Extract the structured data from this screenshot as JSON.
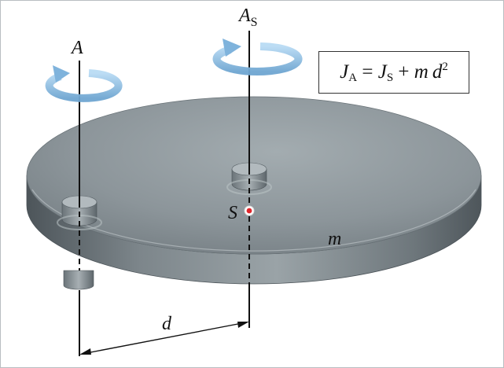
{
  "labels": {
    "axis_a": "A",
    "axis_s_main": "A",
    "axis_s_sub": "S",
    "center": "S",
    "mass": "m",
    "distance": "d"
  },
  "formula": {
    "lhs_main": "J",
    "lhs_sub": "A",
    "eq": "=",
    "t1_main": "J",
    "t1_sub": "S",
    "plus": "+",
    "t2_m": "m",
    "t2_d": "d",
    "t2_exp": "2"
  },
  "colors": {
    "disk_top": "#8e979c",
    "disk_side": "#5f686d",
    "arrow": "#8fc0e6",
    "axis_line": "#111111",
    "center_dot": "#e0252b",
    "border": "#b9bec2"
  },
  "icons": [
    "rotation-arrow-icon",
    "rotation-arrow-icon"
  ]
}
